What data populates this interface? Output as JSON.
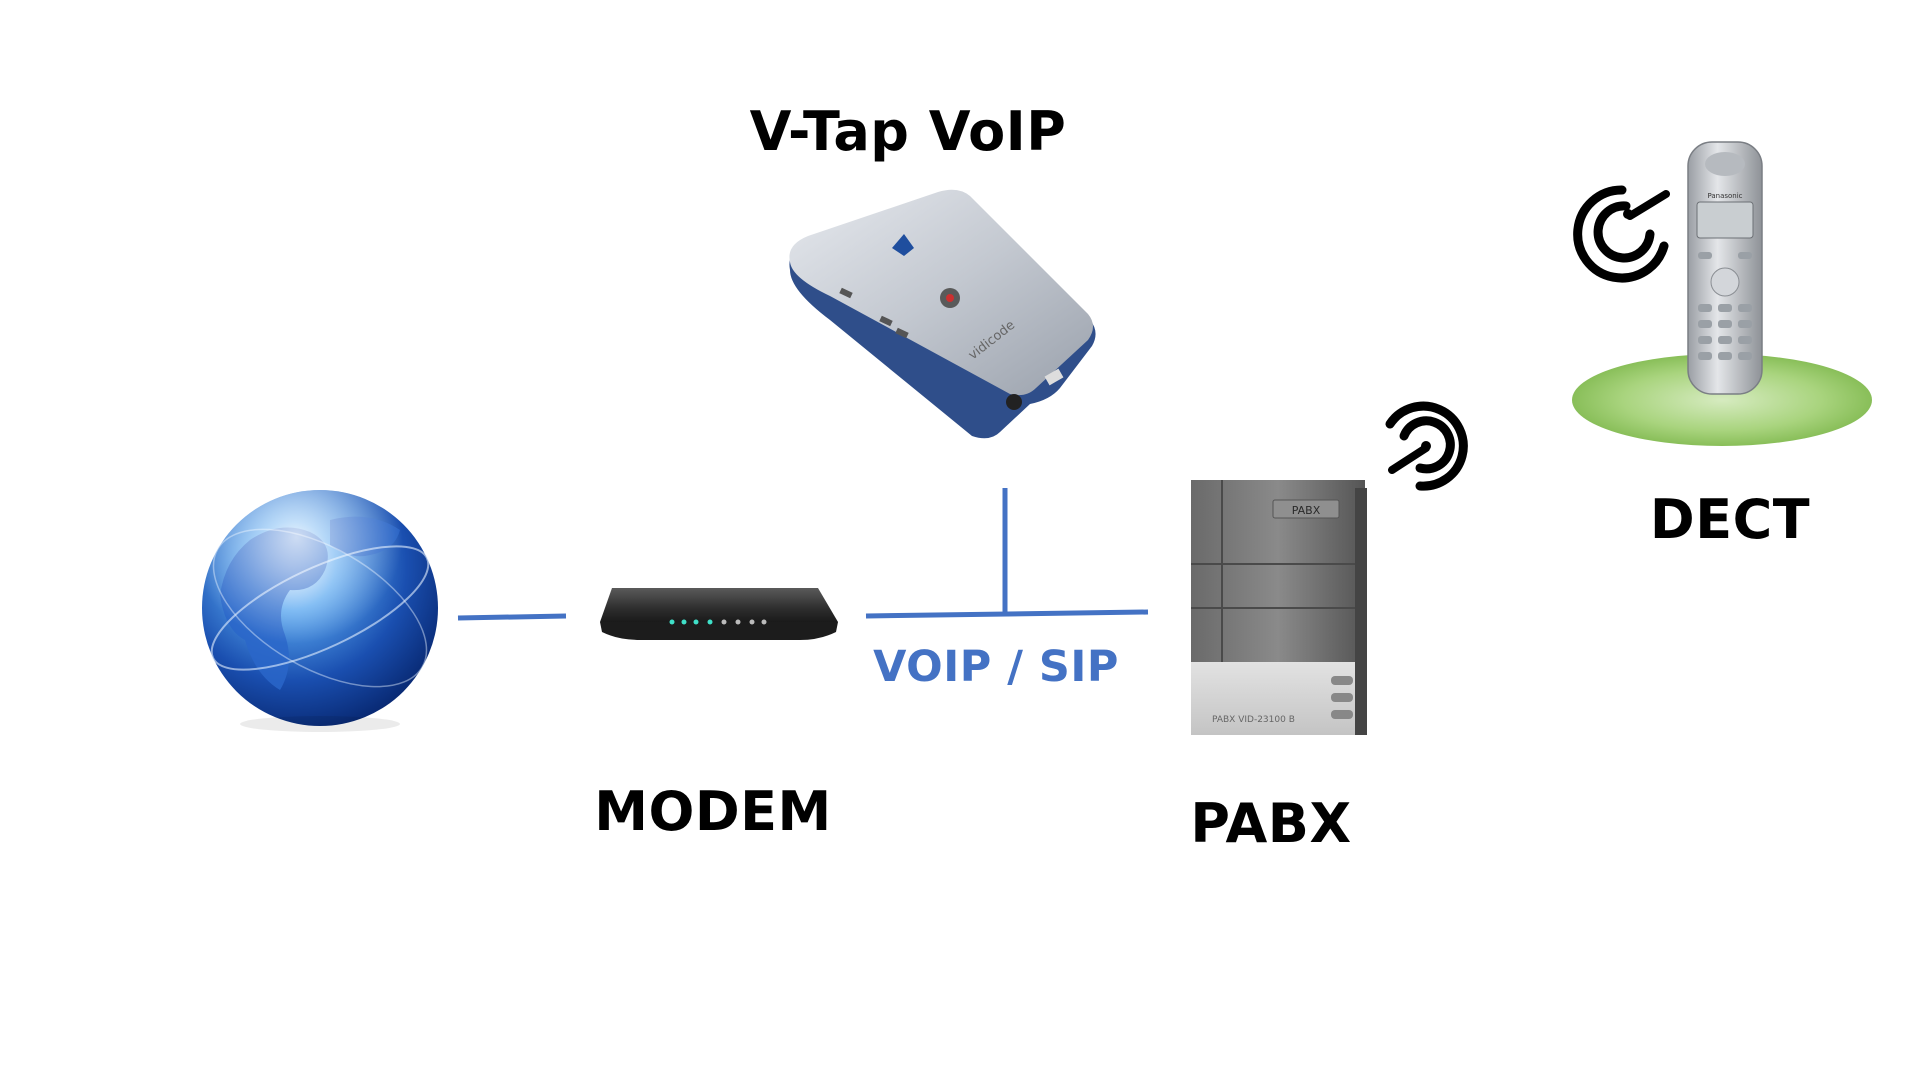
{
  "diagram": {
    "nodes": [
      {
        "id": "internet",
        "icon": "globe-icon"
      },
      {
        "id": "modem",
        "label": "MODEM",
        "icon": "modem-icon"
      },
      {
        "id": "vtap",
        "label": "V-Tap VoIP",
        "icon": "vtap-device-icon",
        "device_brand": "vidicode"
      },
      {
        "id": "pabx",
        "label": "PABX",
        "icon": "pabx-cabinet-icon",
        "panel_badge": "PABX",
        "model_text": "PABX VID-23100 B"
      },
      {
        "id": "dect",
        "label": "DECT",
        "icon": "dect-handset-icon",
        "handset_brand": "Panasonic"
      }
    ],
    "links": [
      {
        "from": "internet",
        "to": "modem"
      },
      {
        "from": "modem",
        "to": "pabx",
        "label": "VOIP / SIP"
      },
      {
        "from": "vtap",
        "to": "modem-pabx-link"
      }
    ],
    "wireless_icons": [
      "wireless-signal-icon",
      "wireless-signal-icon"
    ]
  },
  "colors": {
    "link_line": "#4472C4",
    "label_text": "#000000",
    "link_label": "#4472C4",
    "globe": "#1f5fbf",
    "dect_base": "#8fc45a"
  }
}
